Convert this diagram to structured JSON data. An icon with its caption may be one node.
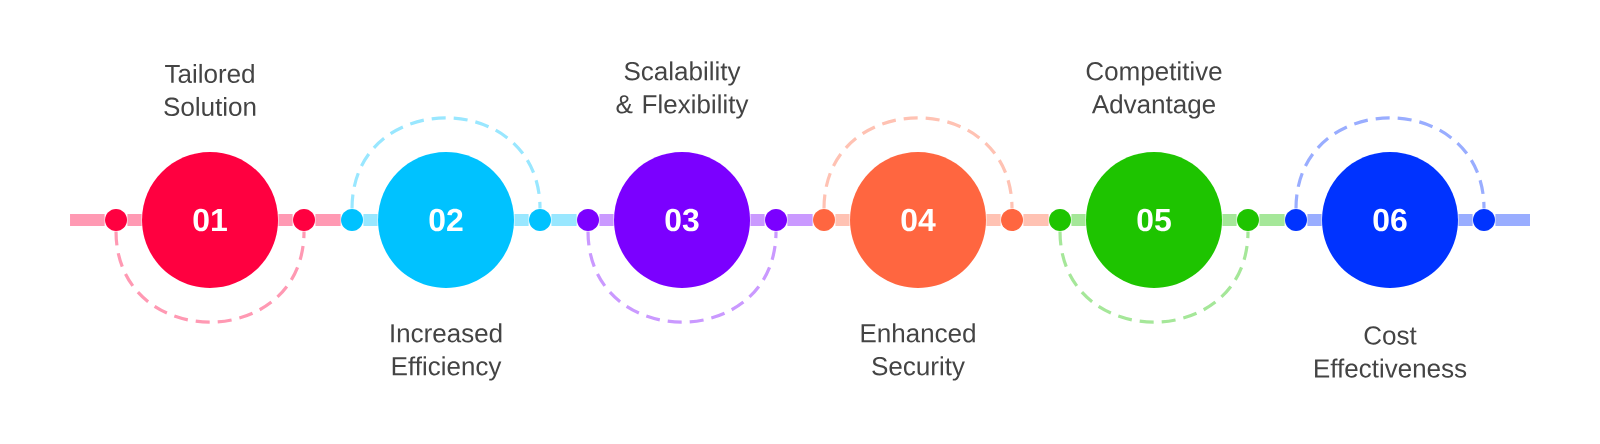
{
  "diagram": {
    "nodes": [
      {
        "text": [],
        "shape": "circle"
      },
      {
        "text": [
          "Tailored Solution",
          "01"
        ]
      },
      {
        "text": [],
        "shape": "circle"
      },
      {
        "text": [],
        "shape": "circle"
      },
      {
        "text": [
          "02",
          "Increased Efficiency"
        ]
      },
      {
        "text": [],
        "shape": "circle"
      },
      {
        "text": [],
        "shape": "circle"
      },
      {
        "text": [
          "Scalability & Flexibility",
          "03"
        ]
      },
      {
        "text": [],
        "shape": "circle"
      },
      {
        "text": [],
        "shape": "circle"
      },
      {
        "text": [
          "04",
          "Enhanced Security"
        ]
      },
      {
        "text": [],
        "shape": "circle"
      },
      {
        "text": [],
        "shape": "circle"
      },
      {
        "text": [
          "Competitive Advantage",
          "05"
        ]
      },
      {
        "text": [],
        "shape": "circle"
      },
      {
        "text": [],
        "shape": "circle"
      },
      {
        "text": [
          "06",
          "Cost Effectiveness"
        ]
      },
      {
        "text": [],
        "shape": "circle"
      }
    ],
    "edges": [
      {
        "from": null,
        "to": 0,
        "arrow": "none",
        "color": "#ff99b3"
      },
      {
        "from": 0,
        "to": 1,
        "arrow": "none",
        "color": "#ff99b3"
      },
      {
        "from": 1,
        "to": 2,
        "arrow": "none",
        "color": "#ff99b3"
      },
      {
        "from": 0,
        "to": 2,
        "arrow": "none",
        "style": "dashed",
        "color": "#ff99b3"
      },
      {
        "from": 2,
        "to": 3,
        "arrow": "none",
        "color": "#ff99b3"
      },
      {
        "from": 3,
        "to": 4,
        "arrow": "none",
        "color": "#99e7ff"
      },
      {
        "from": 4,
        "to": 5,
        "arrow": "none",
        "color": "#99e7ff"
      },
      {
        "from": 3,
        "to": 5,
        "arrow": "none",
        "style": "dashed",
        "color": "#99e7ff"
      },
      {
        "from": 5,
        "to": 6,
        "arrow": "none",
        "color": "#99e7ff"
      },
      {
        "from": 6,
        "to": 7,
        "arrow": "none",
        "color": "#ca99ff"
      },
      {
        "from": 7,
        "to": 8,
        "arrow": "none",
        "color": "#ca99ff"
      },
      {
        "from": 6,
        "to": 8,
        "arrow": "none",
        "style": "dashed",
        "color": "#ca99ff"
      },
      {
        "from": 8,
        "to": 9,
        "arrow": "none",
        "color": "#ca99ff"
      },
      {
        "from": 9,
        "to": 10,
        "arrow": "none",
        "color": "#ffc2b3"
      },
      {
        "from": 10,
        "to": 11,
        "arrow": "none",
        "color": "#ffc2b3"
      },
      {
        "from": 9,
        "to": 11,
        "arrow": "none",
        "style": "dashed",
        "color": "#ffc2b3"
      },
      {
        "from": 11,
        "to": 12,
        "arrow": "none",
        "color": "#ffc2b3"
      },
      {
        "from": 12,
        "to": 13,
        "arrow": "none",
        "color": "#a5e799"
      },
      {
        "from": 13,
        "to": 14,
        "arrow": "none",
        "color": "#a5e799"
      },
      {
        "from": 12,
        "to": 14,
        "arrow": "none",
        "style": "dashed",
        "color": "#a5e799"
      },
      {
        "from": 14,
        "to": 15,
        "arrow": "none",
        "color": "#a5e799"
      },
      {
        "from": 15,
        "to": 16,
        "arrow": "none",
        "color": "#99adff"
      },
      {
        "from": 16,
        "to": 17,
        "arrow": "none",
        "color": "#99adff"
      },
      {
        "from": 15,
        "to": 17,
        "arrow": "none",
        "style": "dashed",
        "color": "#99adff"
      },
      {
        "from": 17,
        "to": null,
        "arrow": "none",
        "color": "#99adff"
      }
    ]
  }
}
